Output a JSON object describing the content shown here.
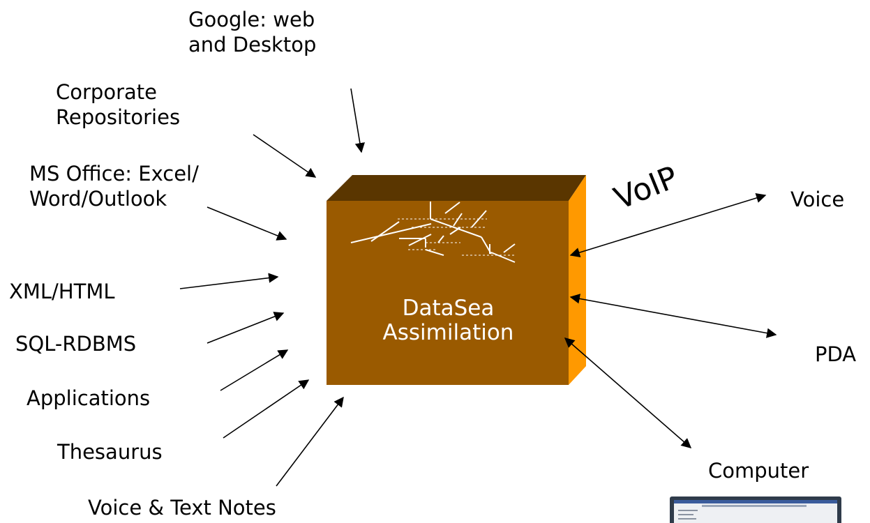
{
  "sources": {
    "google": "Google:  web\nand Desktop",
    "corporate": "Corporate\nRepositories",
    "msoffice": "MS Office: Excel/\nWord/Outlook",
    "xml": "XML/HTML",
    "sql": "SQL-RDBMS",
    "applications": "Applications",
    "thesaurus": "Thesaurus",
    "notes": "Voice & Text Notes"
  },
  "hub": {
    "label": "DataSea\nAssimilation",
    "front_color": "#9a5a00",
    "top_color": "#5a3600",
    "side_color": "#ff9900"
  },
  "outputs": {
    "voip": "VoIP",
    "voice": "Voice",
    "pda": "PDA",
    "computer": "Computer"
  }
}
